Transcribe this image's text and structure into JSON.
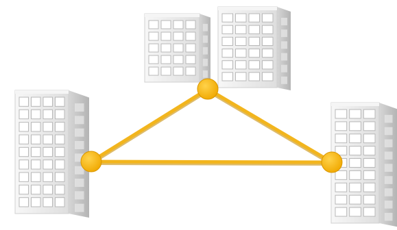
{
  "diagram": {
    "colors": {
      "background": "#ffffff",
      "link": "#f2b51d",
      "link_edge": "#c98e06",
      "node": "#f6b40f",
      "node_edge": "#d99600",
      "building_front": "#e9e9e9",
      "building_side": "#c9c9c9",
      "building_roof": "#f5f5f5",
      "window": "#ffffff",
      "window_frame": "#b8b8b8"
    },
    "nodes": [
      {
        "id": "node-top",
        "icon": "node-dot"
      },
      {
        "id": "node-left",
        "icon": "node-dot"
      },
      {
        "id": "node-right",
        "icon": "node-dot"
      }
    ],
    "links": [
      {
        "from": "node-top",
        "to": "node-left"
      },
      {
        "from": "node-top",
        "to": "node-right"
      },
      {
        "from": "node-left",
        "to": "node-right"
      }
    ],
    "buildings": [
      {
        "id": "building-top-left",
        "icon": "office-building-icon"
      },
      {
        "id": "building-top-right",
        "icon": "office-building-icon"
      },
      {
        "id": "building-left",
        "icon": "office-building-icon"
      },
      {
        "id": "building-right",
        "icon": "office-building-icon"
      }
    ]
  }
}
